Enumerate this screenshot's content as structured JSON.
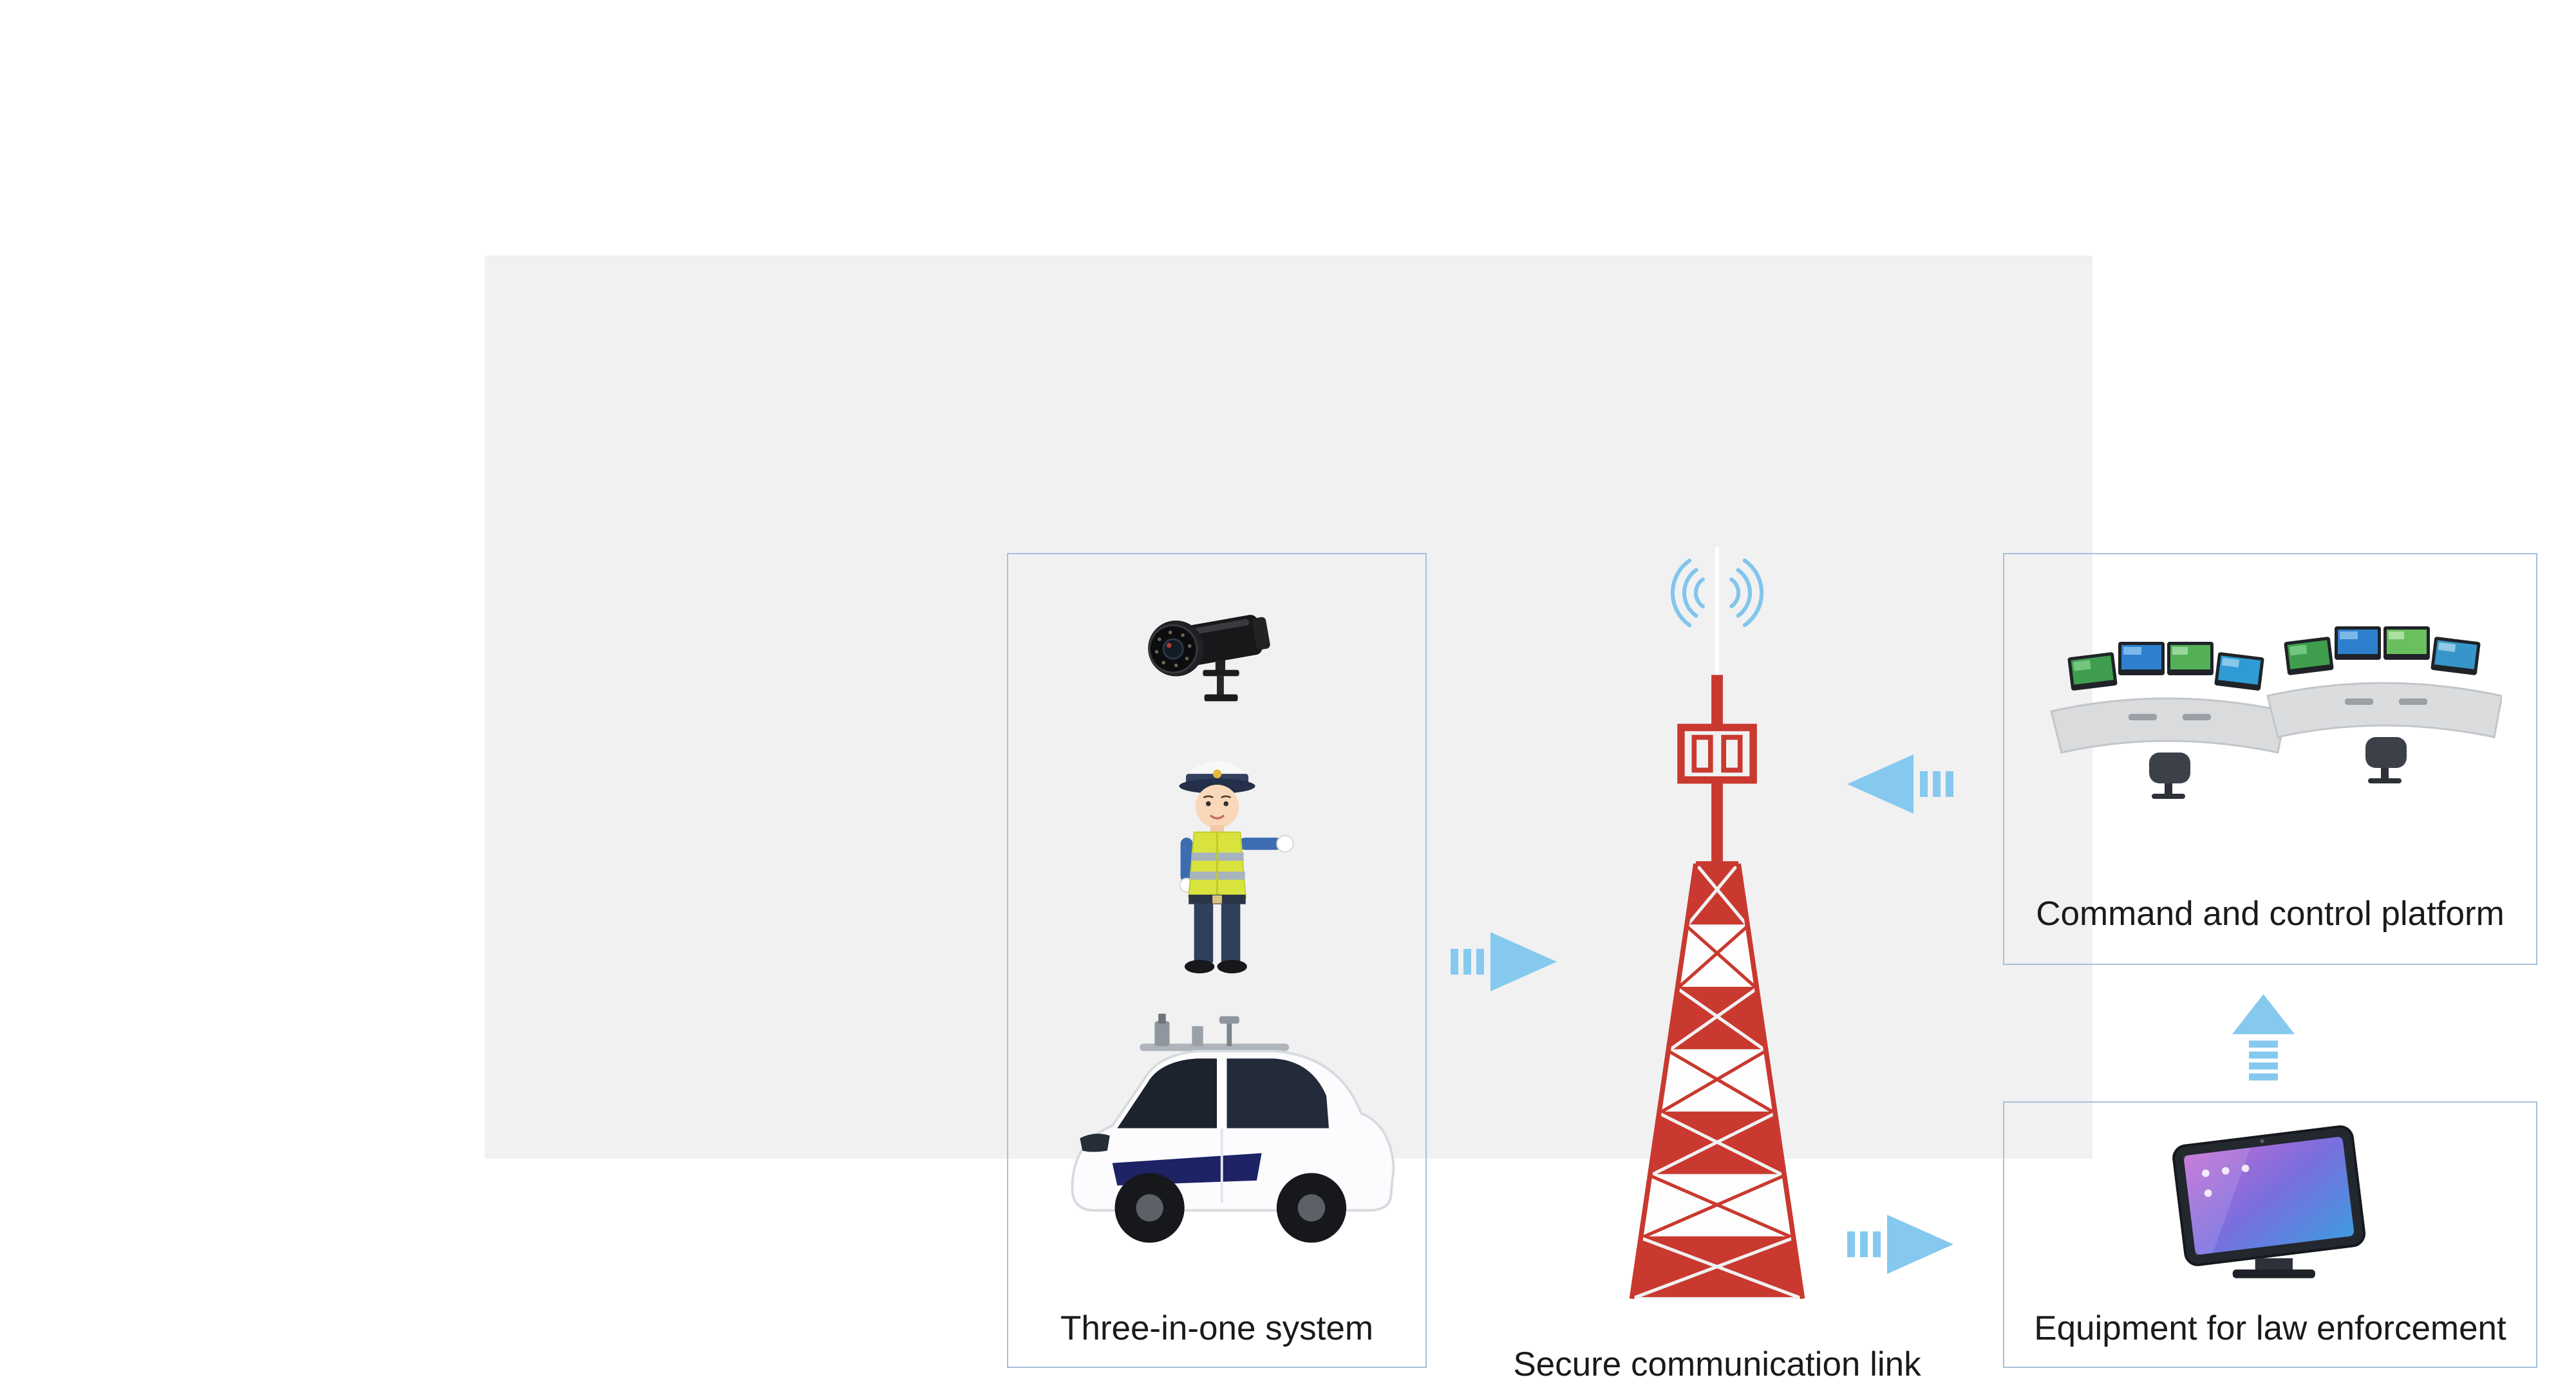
{
  "diagram": {
    "nodes": {
      "three_in_one": {
        "label": "Three-in-one system",
        "icons": [
          "cctv-camera",
          "traffic-police-officer",
          "patrol-vehicle"
        ]
      },
      "secure_link": {
        "label": "Secure communication link",
        "icons": [
          "radio-tower",
          "radio-waves"
        ]
      },
      "command_platform": {
        "label": "Command and control platform",
        "icons": [
          "control-room-consoles"
        ]
      },
      "law_enforcement": {
        "label": "Equipment for law enforcement",
        "icons": [
          "law-enforcement-tablet"
        ]
      }
    },
    "arrows": [
      {
        "name": "three-in-one-to-tower",
        "direction": "right"
      },
      {
        "name": "platform-to-tower",
        "direction": "left"
      },
      {
        "name": "tower-to-equipment",
        "direction": "right"
      },
      {
        "name": "equipment-to-platform",
        "direction": "up"
      }
    ],
    "colors": {
      "panel_bg": "#f1f1f2",
      "box_border": "#a5c0dc",
      "arrow_blue": "#85c9ee",
      "tower_red": "#c9392f",
      "wave_blue": "#82c5ec",
      "text": "#1a1a1a"
    }
  }
}
